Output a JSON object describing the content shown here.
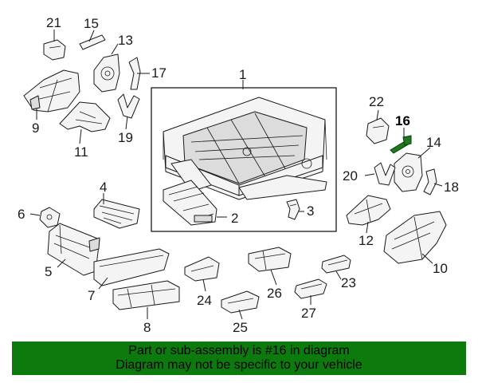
{
  "colors": {
    "banner_bg": "#0d7a0d",
    "highlight_part": "#1e7a1e",
    "line": "#1a1a1a"
  },
  "highlight_label": "16",
  "callouts": {
    "c1": "1",
    "c2": "2",
    "c3": "3",
    "c4": "4",
    "c5": "5",
    "c6": "6",
    "c7": "7",
    "c8": "8",
    "c9": "9",
    "c10": "10",
    "c11": "11",
    "c12": "12",
    "c13": "13",
    "c14": "14",
    "c15": "15",
    "c16": "16",
    "c17": "17",
    "c18": "18",
    "c19": "19",
    "c20": "20",
    "c21": "21",
    "c22": "22",
    "c23": "23",
    "c24": "24",
    "c25": "25",
    "c26": "26",
    "c27": "27"
  },
  "banner": {
    "line1": "Part or sub-assembly is #16 in diagram",
    "line2": "Diagram may not be specific to your vehicle"
  }
}
